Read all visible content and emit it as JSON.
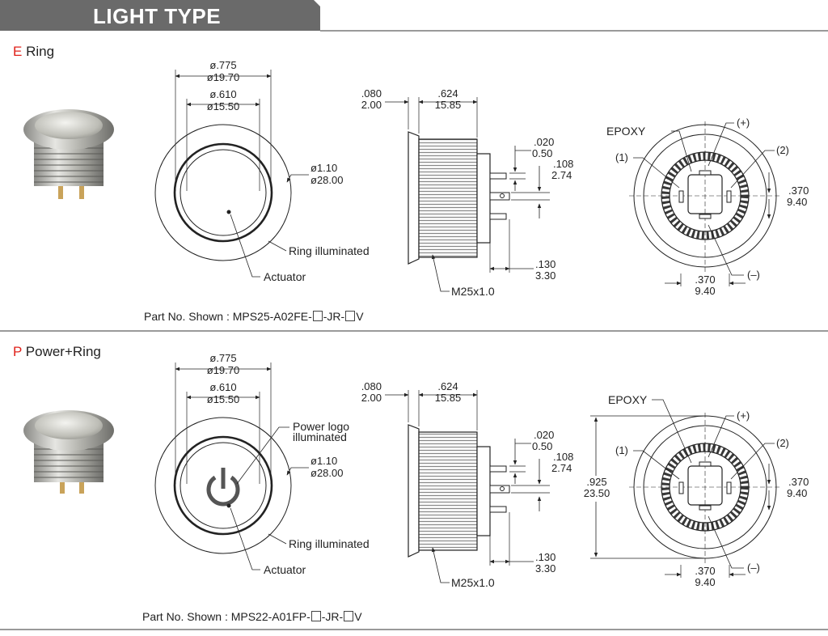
{
  "header": {
    "title": "LIGHT TYPE"
  },
  "sections": [
    {
      "letter": "E",
      "name": "Ring",
      "part_prefix": "Part No. Shown : MPS25-A02FE-",
      "part_mid": "-JR-",
      "part_suffix": "V",
      "front": {
        "d_outer_in": "ø.775",
        "d_outer_mm": "ø19.70",
        "d_inner_in": "ø.610",
        "d_inner_mm": "ø15.50",
        "d_bezel_in": "ø1.10",
        "d_bezel_mm": "ø28.00",
        "ring_label": "Ring illuminated",
        "actuator_label": "Actuator"
      },
      "side": {
        "bezel_in": ".080",
        "bezel_mm": "2.00",
        "body_in": ".624",
        "body_mm": "15.85",
        "term_t_in": ".020",
        "term_t_mm": "0.50",
        "term_w_in": ".108",
        "term_w_mm": "2.74",
        "term_l_in": ".130",
        "term_l_mm": "3.30",
        "thread": "M25x1.0"
      },
      "rear": {
        "epoxy": "EPOXY",
        "plus": "(+)",
        "minus": "(–)",
        "one": "(1)",
        "two": "(2)",
        "h_in": ".370",
        "h_mm": "9.40",
        "v_in": ".370",
        "v_mm": "9.40"
      }
    },
    {
      "letter": "P",
      "name": "Power+Ring",
      "part_prefix": "Part No. Shown : MPS22-A01FP-",
      "part_mid": "-JR-",
      "part_suffix": "V",
      "front": {
        "d_outer_in": "ø.775",
        "d_outer_mm": "ø19.70",
        "d_inner_in": "ø.610",
        "d_inner_mm": "ø15.50",
        "d_bezel_in": "ø1.10",
        "d_bezel_mm": "ø28.00",
        "logo_label_1": "Power logo",
        "logo_label_2": "illuminated",
        "ring_label": "Ring illuminated",
        "actuator_label": "Actuator"
      },
      "side": {
        "bezel_in": ".080",
        "bezel_mm": "2.00",
        "body_in": ".624",
        "body_mm": "15.85",
        "term_t_in": ".020",
        "term_t_mm": "0.50",
        "term_w_in": ".108",
        "term_w_mm": "2.74",
        "term_l_in": ".130",
        "term_l_mm": "3.30",
        "thread": "M25x1.0"
      },
      "rear": {
        "epoxy": "EPOXY",
        "plus": "(+)",
        "minus": "(–)",
        "one": "(1)",
        "two": "(2)",
        "h_in": ".370",
        "h_mm": "9.40",
        "v_in": ".370",
        "v_mm": "9.40",
        "dia_in": ".925",
        "dia_mm": "23.50"
      }
    }
  ]
}
